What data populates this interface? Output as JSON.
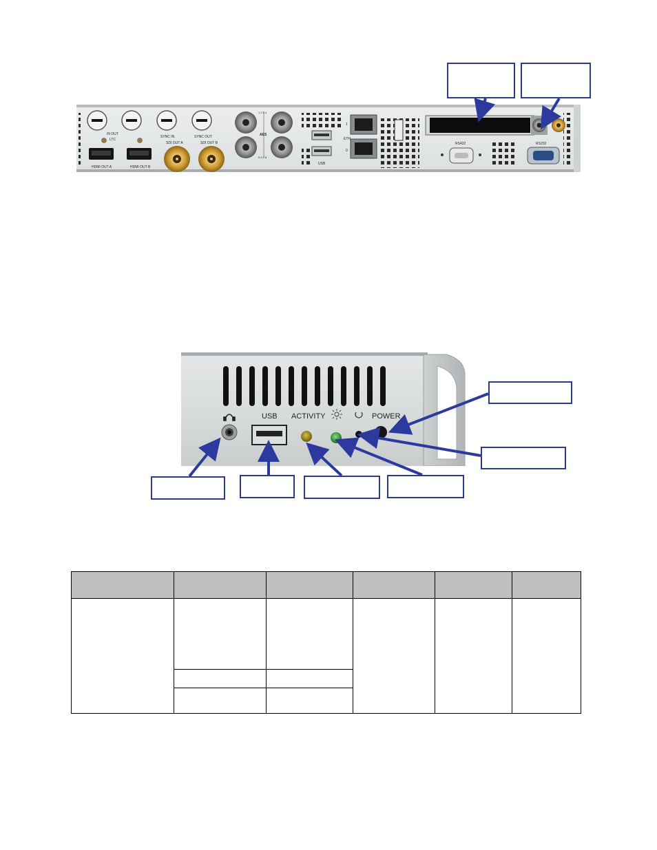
{
  "rear_panel": {
    "labels": {
      "ltc_in_out": "IN   OUT",
      "ltc": "LTC",
      "sync_in": "SYNC IN",
      "sync_out": "SYNC OUT",
      "aes": "AES",
      "aes_top": "1 2 3 4",
      "aes_bottom": "5 6 7 8",
      "sdi_out_a": "SDI OUT A",
      "sdi_out_b": "SDI OUT B",
      "hdmi_out_a": "HDMI OUT A",
      "hdmi_out_b": "HDMI OUT B",
      "usb": "USB",
      "eth": "ETH",
      "eth_1": "1",
      "eth_0": "0",
      "rs422": "RS422",
      "rs232": "RS232"
    }
  },
  "front_panel": {
    "labels": {
      "usb": "USB",
      "activity": "ACTIVITY",
      "power": "POWER"
    }
  }
}
